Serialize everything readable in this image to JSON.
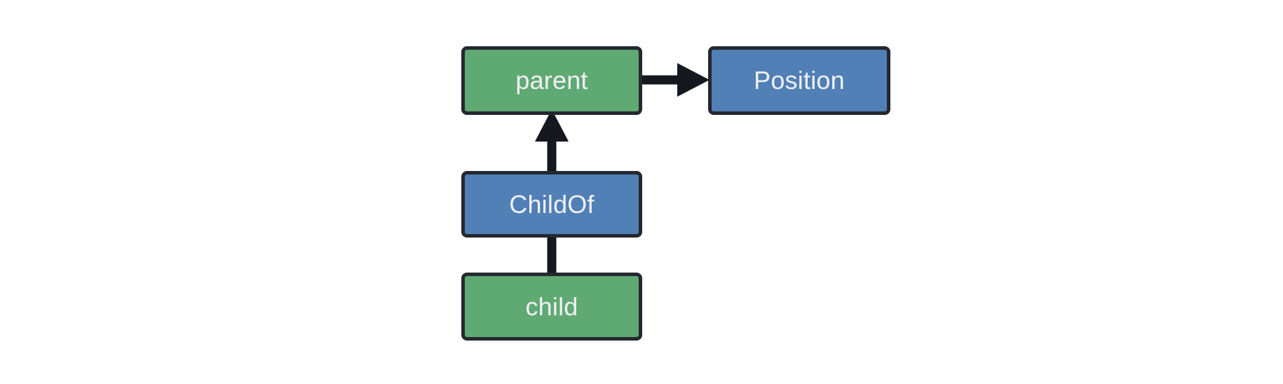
{
  "diagram": {
    "type": "entity-component-relationship",
    "background_color": "#ffffff",
    "palette": {
      "entity_fill": "#5fa972",
      "component_fill": "#5080b5",
      "border": "#242830",
      "label_text": "#f0f0f5",
      "edge": "#16181f"
    },
    "nodes": [
      {
        "id": "parent",
        "label": "parent",
        "kind": "entity",
        "fill": "#5fa972"
      },
      {
        "id": "position",
        "label": "Position",
        "kind": "component",
        "fill": "#5080b5"
      },
      {
        "id": "childof",
        "label": "ChildOf",
        "kind": "component",
        "fill": "#5080b5"
      },
      {
        "id": "child",
        "label": "child",
        "kind": "entity",
        "fill": "#5fa972"
      }
    ],
    "edges": [
      {
        "id": "parent-to-position",
        "from": "parent",
        "to": "position",
        "direction": "right",
        "arrowhead": true
      },
      {
        "id": "childof-to-parent",
        "from": "childof",
        "to": "parent",
        "direction": "up",
        "arrowhead": true
      },
      {
        "id": "child-to-childof",
        "from": "child",
        "to": "childof",
        "direction": "up",
        "arrowhead": false
      }
    ]
  }
}
